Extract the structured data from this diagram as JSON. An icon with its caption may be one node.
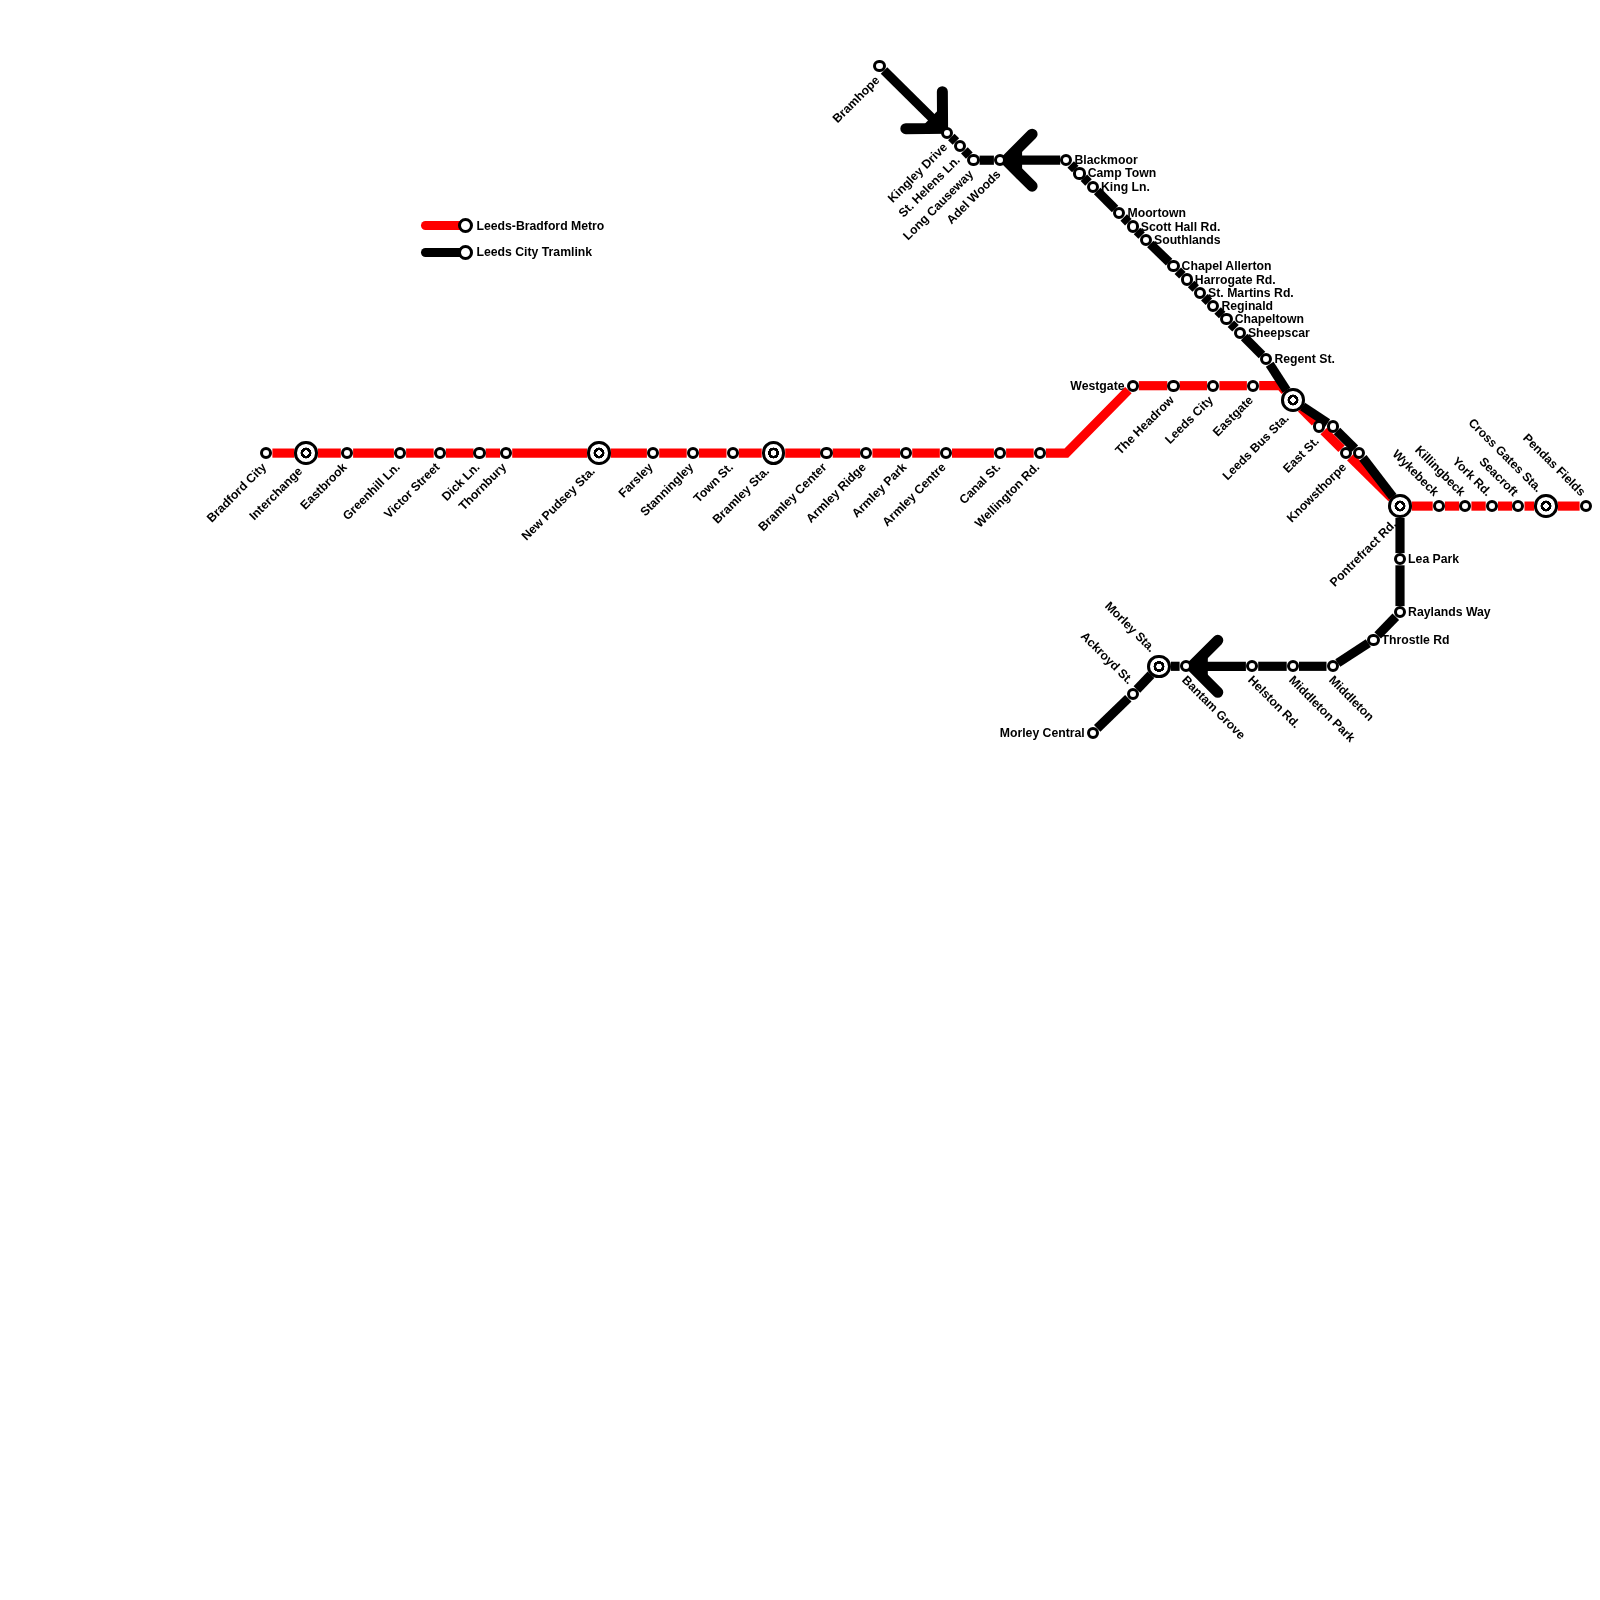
{
  "diagram": {
    "nodes": [
      {
        "text": [],
        "shape": "circle",
        "beside": [
          "Bradford City"
        ]
      },
      {
        "text": [],
        "shape": "ring",
        "beside": [
          "Interchange"
        ]
      },
      {
        "text": [],
        "shape": "circle",
        "beside": [
          "Eastbrook"
        ]
      },
      {
        "text": [],
        "shape": "circle",
        "beside": [
          "Greenhill Ln."
        ]
      },
      {
        "text": [],
        "shape": "circle",
        "beside": [
          "Victor Street"
        ]
      },
      {
        "text": [],
        "shape": "circle",
        "beside": [
          "Dick Ln."
        ]
      },
      {
        "text": [],
        "shape": "circle",
        "beside": [
          "Thornbury"
        ]
      },
      {
        "text": [],
        "shape": "ring",
        "beside": [
          "New Pudsey Sta."
        ]
      },
      {
        "text": [],
        "shape": "circle",
        "beside": [
          "Farsley"
        ]
      },
      {
        "text": [],
        "shape": "circle",
        "beside": [
          "Stanningley"
        ]
      },
      {
        "text": [],
        "shape": "circle",
        "beside": [
          "Town St."
        ]
      },
      {
        "text": [],
        "shape": "ring",
        "beside": [
          "Bramley Sta."
        ]
      },
      {
        "text": [],
        "shape": "circle",
        "beside": [
          "Bramley Center"
        ]
      },
      {
        "text": [],
        "shape": "circle",
        "beside": [
          "Armley Ridge"
        ]
      },
      {
        "text": [],
        "shape": "circle",
        "beside": [
          "Armley Park"
        ]
      },
      {
        "text": [],
        "shape": "circle",
        "beside": [
          "Armley Centre"
        ]
      },
      {
        "text": [],
        "shape": "circle",
        "beside": [
          "Canal St."
        ]
      },
      {
        "text": [],
        "shape": "circle",
        "beside": [
          "Wellington Rd."
        ]
      },
      {
        "text": [],
        "shape": "circle",
        "beside": [
          "Westgate"
        ]
      },
      {
        "text": [],
        "shape": "circle",
        "beside": [
          "The Headrow"
        ]
      },
      {
        "text": [],
        "shape": "circle",
        "beside": [
          "Leeds City"
        ]
      },
      {
        "text": [],
        "shape": "circle",
        "beside": [
          "Eastgate"
        ]
      },
      {
        "text": [],
        "shape": "ring",
        "beside": [
          "Leeds Bus Sta."
        ]
      },
      {
        "text": [],
        "shape": "circle",
        "beside": [
          "East St."
        ]
      },
      {
        "text": [],
        "shape": "circle",
        "beside": [
          "Knowsthorpe"
        ]
      },
      {
        "text": [],
        "shape": "ring",
        "beside": [
          "Pontrefract Rd."
        ]
      },
      {
        "text": [],
        "shape": "circle",
        "beside": [
          "Wykebeck"
        ]
      },
      {
        "text": [],
        "shape": "circle",
        "beside": [
          "Killingbeck"
        ]
      },
      {
        "text": [],
        "shape": "circle",
        "beside": [
          "York Rd."
        ]
      },
      {
        "text": [],
        "shape": "circle",
        "beside": [
          "Seacroft"
        ]
      },
      {
        "text": [],
        "shape": "ring",
        "beside": [
          "Cross Gates Sta."
        ]
      },
      {
        "text": [],
        "shape": "circle",
        "beside": [
          "Pendas Fields"
        ]
      },
      {
        "text": [],
        "shape": "circle",
        "beside": [
          "Bramhope"
        ]
      },
      {
        "text": [],
        "shape": "circle",
        "beside": [
          "Kingley Drive"
        ]
      },
      {
        "text": [],
        "shape": "circle",
        "beside": [
          "St. Helens Ln."
        ]
      },
      {
        "text": [],
        "shape": "circle",
        "beside": [
          "Long Causeway"
        ]
      },
      {
        "text": [],
        "shape": "circle",
        "beside": [
          "Adel Woods"
        ]
      },
      {
        "text": [],
        "shape": "circle",
        "beside": [
          "Blackmoor"
        ]
      },
      {
        "text": [],
        "shape": "circle",
        "beside": [
          "Camp Town"
        ]
      },
      {
        "text": [],
        "shape": "circle",
        "beside": [
          "King Ln."
        ]
      },
      {
        "text": [],
        "shape": "circle",
        "beside": [
          "Moortown"
        ]
      },
      {
        "text": [],
        "shape": "circle",
        "beside": [
          "Scott Hall Rd."
        ]
      },
      {
        "text": [],
        "shape": "circle",
        "beside": [
          "Southlands"
        ]
      },
      {
        "text": [],
        "shape": "circle",
        "beside": [
          "Chapel Allerton"
        ]
      },
      {
        "text": [],
        "shape": "circle",
        "beside": [
          "Harrogate Rd."
        ]
      },
      {
        "text": [],
        "shape": "circle",
        "beside": [
          "St. Martins Rd."
        ]
      },
      {
        "text": [],
        "shape": "circle",
        "beside": [
          "Reginald"
        ]
      },
      {
        "text": [],
        "shape": "circle",
        "beside": [
          "Chapeltown"
        ]
      },
      {
        "text": [],
        "shape": "circle",
        "beside": [
          "Sheepscar"
        ]
      },
      {
        "text": [],
        "shape": "circle",
        "beside": [
          "Regent St."
        ]
      },
      {
        "text": [],
        "shape": "circle"
      },
      {
        "text": [],
        "shape": "circle"
      },
      {
        "text": [],
        "shape": "circle",
        "beside": [
          "Lea Park"
        ]
      },
      {
        "text": [],
        "shape": "circle",
        "beside": [
          "Raylands Way"
        ]
      },
      {
        "text": [],
        "shape": "circle",
        "beside": [
          "Throstle Rd"
        ]
      },
      {
        "text": [],
        "shape": "circle",
        "beside": [
          "Middleton"
        ]
      },
      {
        "text": [],
        "shape": "circle",
        "beside": [
          "Middleton Park"
        ]
      },
      {
        "text": [],
        "shape": "circle",
        "beside": [
          "Helston Rd."
        ]
      },
      {
        "text": [],
        "shape": "circle",
        "beside": [
          "Bantam Grove"
        ]
      },
      {
        "text": [],
        "shape": "ring",
        "beside": [
          "Morley Sta."
        ]
      },
      {
        "text": [],
        "shape": "circle",
        "beside": [
          "Ackroyd St."
        ]
      },
      {
        "text": [],
        "shape": "circle",
        "beside": [
          "Morley Central"
        ]
      }
    ],
    "edges": [
      {
        "from": 0,
        "to": 1,
        "arrow": "none",
        "color": "#ff0000"
      },
      {
        "from": 1,
        "to": 2,
        "arrow": "none",
        "color": "#ff0000"
      },
      {
        "from": 2,
        "to": 3,
        "arrow": "none",
        "color": "#ff0000"
      },
      {
        "from": 3,
        "to": 4,
        "arrow": "none",
        "color": "#ff0000"
      },
      {
        "from": 4,
        "to": 5,
        "arrow": "none",
        "color": "#ff0000"
      },
      {
        "from": 5,
        "to": 6,
        "arrow": "none",
        "color": "#ff0000"
      },
      {
        "from": 6,
        "to": 7,
        "arrow": "none",
        "color": "#ff0000"
      },
      {
        "from": 7,
        "to": 8,
        "arrow": "none",
        "color": "#ff0000"
      },
      {
        "from": 8,
        "to": 9,
        "arrow": "none",
        "color": "#ff0000"
      },
      {
        "from": 9,
        "to": 10,
        "arrow": "none",
        "color": "#ff0000"
      },
      {
        "from": 10,
        "to": 11,
        "arrow": "none",
        "color": "#ff0000"
      },
      {
        "from": 11,
        "to": 12,
        "arrow": "none",
        "color": "#ff0000"
      },
      {
        "from": 12,
        "to": 13,
        "arrow": "none",
        "color": "#ff0000"
      },
      {
        "from": 13,
        "to": 14,
        "arrow": "none",
        "color": "#ff0000"
      },
      {
        "from": 14,
        "to": 15,
        "arrow": "none",
        "color": "#ff0000"
      },
      {
        "from": 15,
        "to": 16,
        "arrow": "none",
        "color": "#ff0000"
      },
      {
        "from": 16,
        "to": 17,
        "arrow": "none",
        "color": "#ff0000"
      },
      {
        "from": 17,
        "to": 18,
        "arrow": "none",
        "color": "#ff0000"
      },
      {
        "from": 18,
        "to": 19,
        "arrow": "none",
        "color": "#ff0000"
      },
      {
        "from": 19,
        "to": 20,
        "arrow": "none",
        "color": "#ff0000"
      },
      {
        "from": 20,
        "to": 21,
        "arrow": "none",
        "color": "#ff0000"
      },
      {
        "from": 21,
        "to": 22,
        "arrow": "none",
        "color": "#ff0000"
      },
      {
        "from": 22,
        "to": 23,
        "arrow": "none",
        "color": "#ff0000"
      },
      {
        "from": 23,
        "to": 24,
        "arrow": "none",
        "color": "#ff0000"
      },
      {
        "from": 24,
        "to": 25,
        "arrow": "none",
        "color": "#ff0000"
      },
      {
        "from": 25,
        "to": 26,
        "arrow": "none",
        "color": "#ff0000"
      },
      {
        "from": 26,
        "to": 27,
        "arrow": "none",
        "color": "#ff0000"
      },
      {
        "from": 27,
        "to": 28,
        "arrow": "none",
        "color": "#ff0000"
      },
      {
        "from": 28,
        "to": 29,
        "arrow": "none",
        "color": "#ff0000"
      },
      {
        "from": 29,
        "to": 30,
        "arrow": "none",
        "color": "#ff0000"
      },
      {
        "from": 30,
        "to": 31,
        "arrow": "none",
        "color": "#ff0000"
      },
      {
        "from": 32,
        "to": 33,
        "arrow": "to",
        "color": "#000000"
      },
      {
        "from": 33,
        "to": 34,
        "arrow": "none",
        "color": "#000000"
      },
      {
        "from": 34,
        "to": 35,
        "arrow": "none",
        "color": "#000000"
      },
      {
        "from": 35,
        "to": 36,
        "arrow": "none",
        "color": "#000000"
      },
      {
        "from": 37,
        "to": 36,
        "arrow": "to",
        "color": "#000000"
      },
      {
        "from": 37,
        "to": 38,
        "arrow": "none",
        "color": "#000000"
      },
      {
        "from": 38,
        "to": 39,
        "arrow": "none",
        "color": "#000000"
      },
      {
        "from": 39,
        "to": 40,
        "arrow": "none",
        "color": "#000000"
      },
      {
        "from": 40,
        "to": 41,
        "arrow": "none",
        "color": "#000000"
      },
      {
        "from": 41,
        "to": 42,
        "arrow": "none",
        "color": "#000000"
      },
      {
        "from": 42,
        "to": 43,
        "arrow": "none",
        "color": "#000000"
      },
      {
        "from": 43,
        "to": 44,
        "arrow": "none",
        "color": "#000000"
      },
      {
        "from": 44,
        "to": 45,
        "arrow": "none",
        "color": "#000000"
      },
      {
        "from": 45,
        "to": 46,
        "arrow": "none",
        "color": "#000000"
      },
      {
        "from": 46,
        "to": 47,
        "arrow": "none",
        "color": "#000000"
      },
      {
        "from": 47,
        "to": 48,
        "arrow": "none",
        "color": "#000000"
      },
      {
        "from": 48,
        "to": 49,
        "arrow": "none",
        "color": "#000000"
      },
      {
        "from": 49,
        "to": 22,
        "arrow": "none",
        "color": "#000000"
      },
      {
        "from": 22,
        "to": 50,
        "arrow": "none",
        "color": "#000000"
      },
      {
        "from": 50,
        "to": 51,
        "arrow": "none",
        "color": "#000000"
      },
      {
        "from": 51,
        "to": 25,
        "arrow": "none",
        "color": "#000000"
      },
      {
        "from": 25,
        "to": 52,
        "arrow": "none",
        "color": "#000000"
      },
      {
        "from": 52,
        "to": 53,
        "arrow": "none",
        "color": "#000000"
      },
      {
        "from": 53,
        "to": 54,
        "arrow": "none",
        "color": "#000000"
      },
      {
        "from": 54,
        "to": 55,
        "arrow": "none",
        "color": "#000000"
      },
      {
        "from": 55,
        "to": 56,
        "arrow": "none",
        "color": "#000000"
      },
      {
        "from": 56,
        "to": 57,
        "arrow": "none",
        "color": "#000000"
      },
      {
        "from": 57,
        "to": 58,
        "arrow": "to",
        "color": "#000000"
      },
      {
        "from": 58,
        "to": 59,
        "arrow": "none",
        "color": "#000000"
      },
      {
        "from": 59,
        "to": 60,
        "arrow": "none",
        "color": "#000000"
      },
      {
        "from": 60,
        "to": 61,
        "arrow": "none",
        "color": "#000000"
      }
    ],
    "legend": [
      {
        "text": "Leeds-Bradford Metro",
        "color": "#ff0000"
      },
      {
        "text": "Leeds City Tramlink",
        "color": "#000000"
      }
    ]
  }
}
